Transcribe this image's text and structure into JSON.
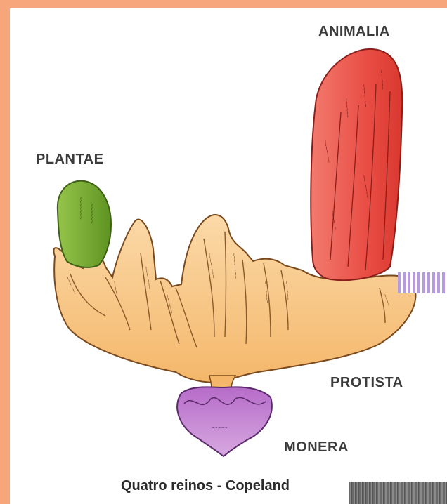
{
  "kingdoms": {
    "animalia": "ANIMALIA",
    "plantae": "PLANTAE",
    "protista": "PROTISTA",
    "monera": "MONERA"
  },
  "caption": "Quatro reinos - Copeland",
  "colors": {
    "plantae": "#7cad2e",
    "animalia": "#e8534a",
    "protista": "#f7c98a",
    "monera": "#b46fc4",
    "background": "#f7a57a"
  }
}
